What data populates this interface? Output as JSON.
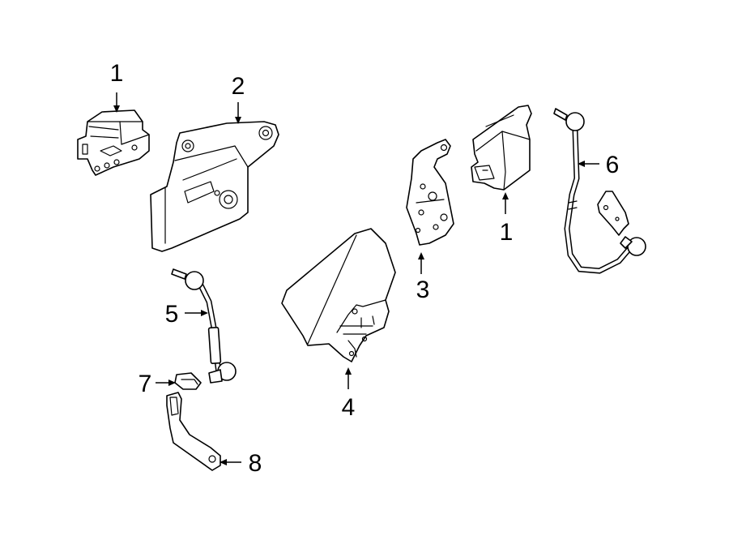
{
  "callouts": [
    {
      "id": "c1a",
      "num": "1"
    },
    {
      "id": "c2",
      "num": "2"
    },
    {
      "id": "c1b",
      "num": "1"
    },
    {
      "id": "c6",
      "num": "6"
    },
    {
      "id": "c3",
      "num": "3"
    },
    {
      "id": "c5",
      "num": "5"
    },
    {
      "id": "c4",
      "num": "4"
    },
    {
      "id": "c7",
      "num": "7"
    },
    {
      "id": "c8",
      "num": "8"
    }
  ]
}
